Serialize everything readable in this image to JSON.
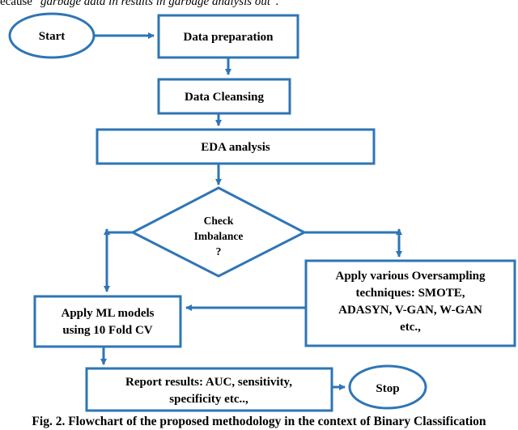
{
  "top_text": {
    "prefix": "ecause ",
    "italic": "\"garbage data in results in garbage analysis out\"",
    "suffix": "."
  },
  "nodes": {
    "start": "Start",
    "data_preparation": "Data preparation",
    "data_cleansing": "Data Cleansing",
    "eda": "EDA analysis",
    "check": [
      "Check",
      "Imbalance",
      "?"
    ],
    "oversampling": [
      "Apply various Oversampling",
      "techniques: SMOTE,",
      "ADASYN, V-GAN, W-GAN",
      "etc.,"
    ],
    "ml_models": [
      "Apply ML models",
      "using 10 Fold CV"
    ],
    "report": [
      "Report results: AUC, sensitivity,",
      "specificity etc..,"
    ],
    "stop": "Stop"
  },
  "caption": "Fig. 2. Flowchart of the proposed methodology in the context of Binary Classification",
  "colors": {
    "stroke": "#2e75b6",
    "text": "#000000"
  }
}
